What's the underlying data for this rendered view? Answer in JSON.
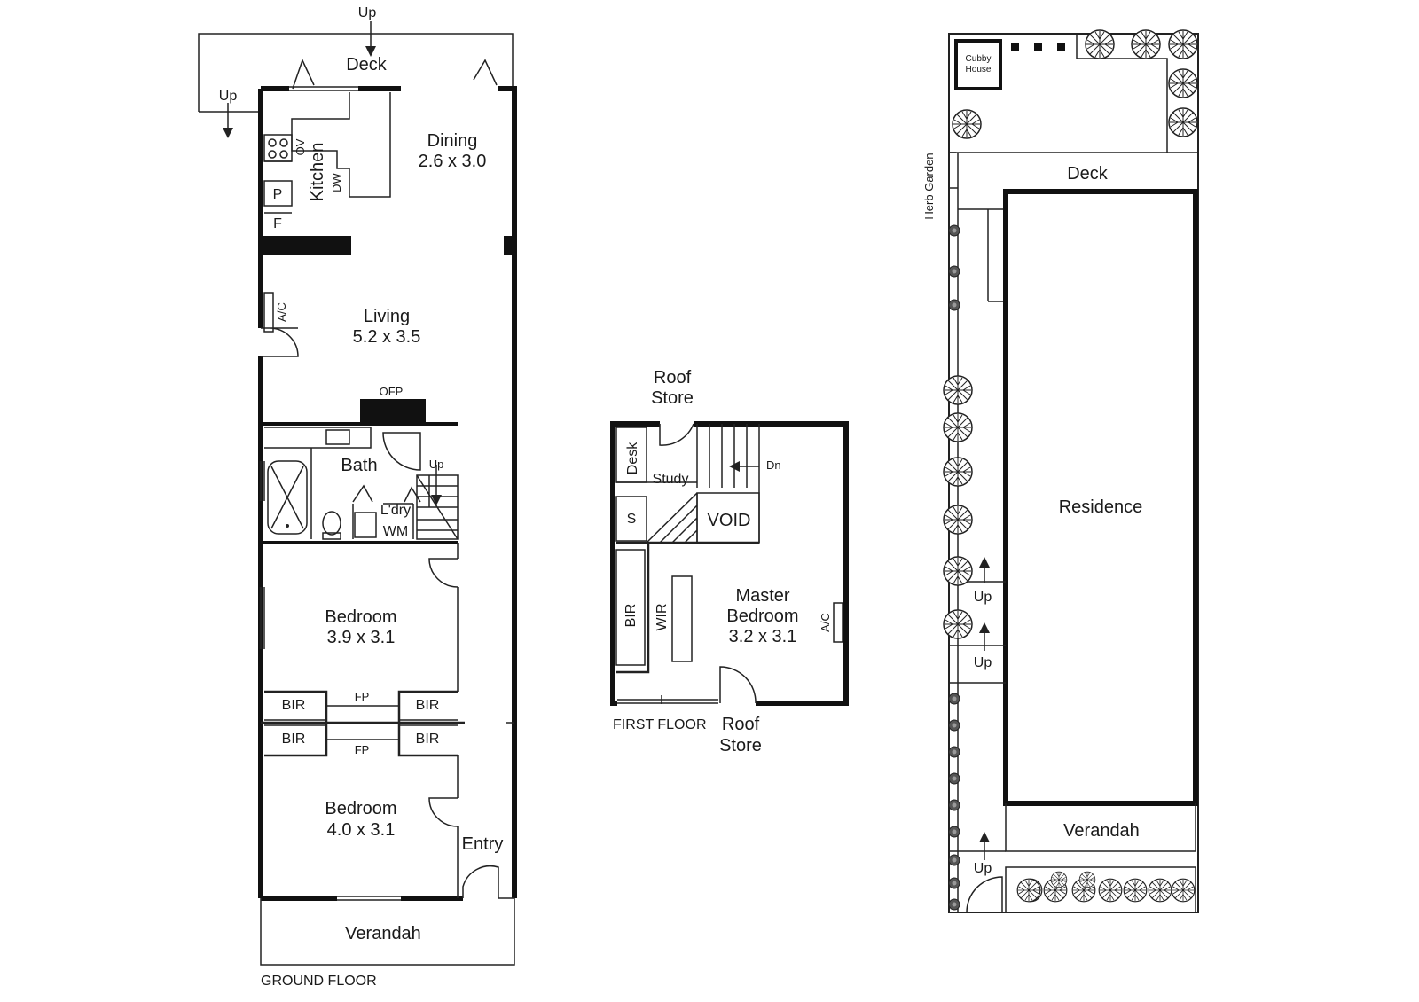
{
  "ground_floor": {
    "caption": "GROUND FLOOR",
    "deck": "Deck",
    "up_top": "Up",
    "up_left": "Up",
    "kitchen": "Kitchen",
    "ov": "OV",
    "dw": "DW",
    "p": "P",
    "f": "F",
    "dining": "Dining",
    "dining_size": "2.6 x 3.0",
    "ac": "A/C",
    "living": "Living",
    "living_size": "5.2 x 3.5",
    "ofp": "OFP",
    "bath": "Bath",
    "up_stairs": "Up",
    "laundry": "L'dry",
    "wm": "WM",
    "bedroom1": "Bedroom",
    "bedroom1_size": "3.9 x 3.1",
    "bir": "BIR",
    "fp": "FP",
    "bedroom2": "Bedroom",
    "bedroom2_size": "4.0 x 3.1",
    "entry": "Entry",
    "verandah": "Verandah"
  },
  "first_floor": {
    "caption": "FIRST FLOOR",
    "roof_store_top_1": "Roof",
    "roof_store_top_2": "Store",
    "desk": "Desk",
    "study": "Study",
    "dn": "Dn",
    "s": "S",
    "void": "VOID",
    "bir": "BIR",
    "wir": "WIR",
    "master_1": "Master",
    "master_2": "Bedroom",
    "master_size": "3.2 x 3.1",
    "ac": "A/C",
    "roof_store_bottom_1": "Roof",
    "roof_store_bottom_2": "Store"
  },
  "site_plan": {
    "cubby_1": "Cubby",
    "cubby_2": "House",
    "deck": "Deck",
    "herb_garden": "Herb Garden",
    "residence": "Residence",
    "up1": "Up",
    "up2": "Up",
    "up3": "Up",
    "verandah": "Verandah"
  }
}
